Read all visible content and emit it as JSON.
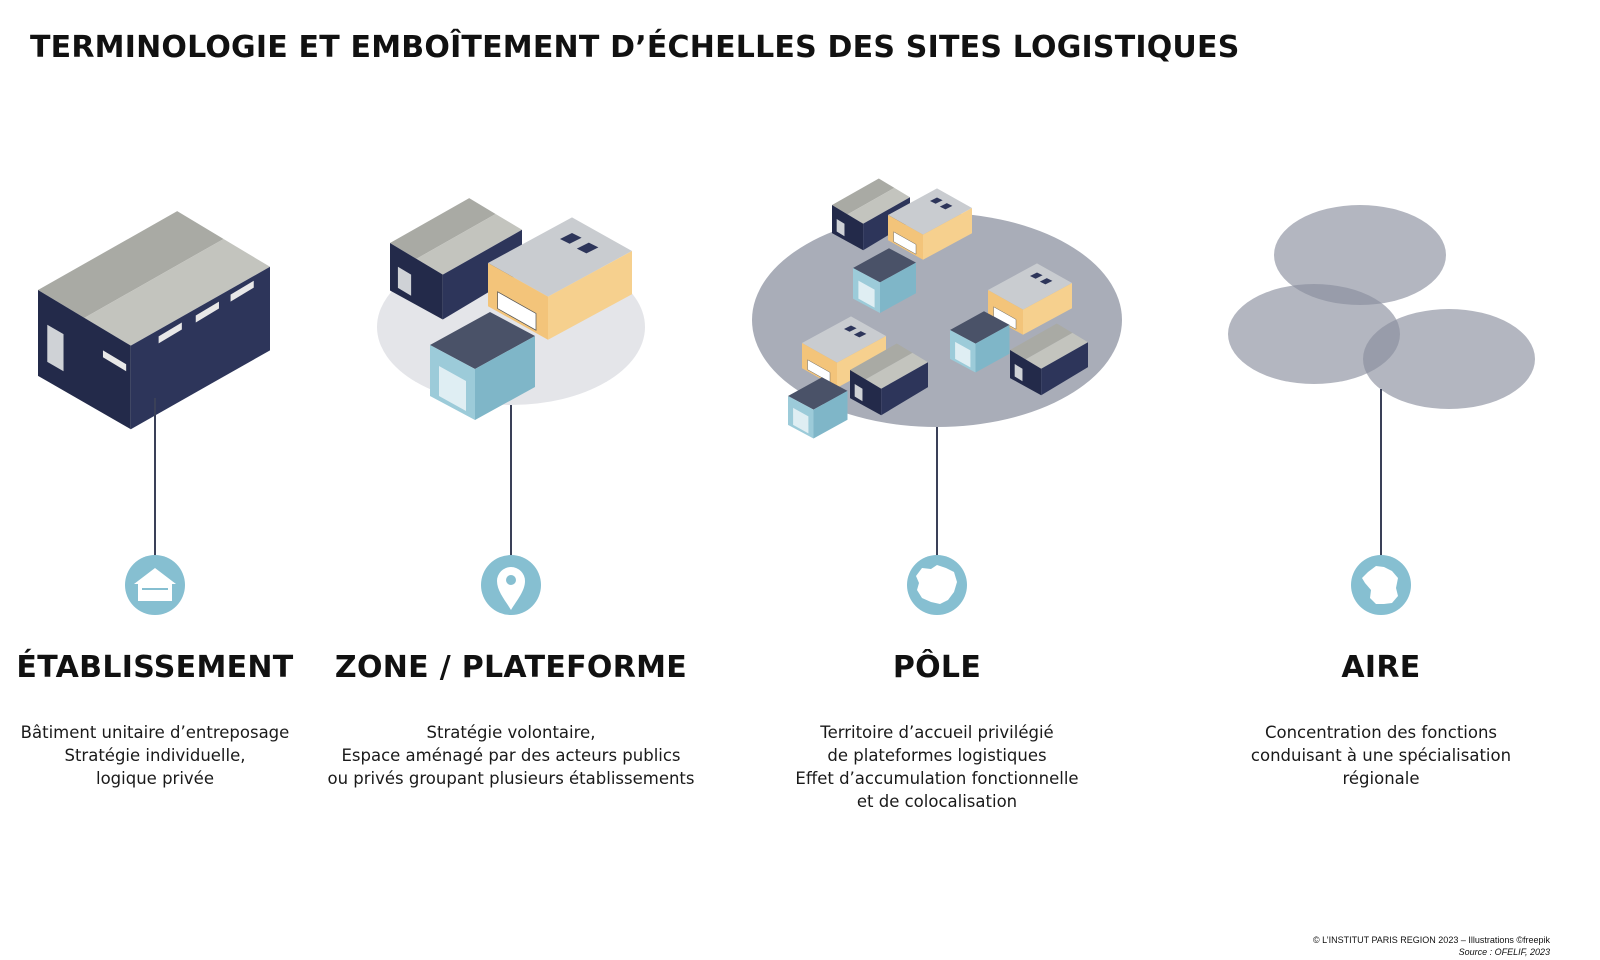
{
  "title": "TERMINOLOGIE ET EMBOÎTEMENT D’ÉCHELLES DES SITES LOGISTIQUES",
  "colors": {
    "accent_circle": "#86bfd1",
    "navy": "#232a4a",
    "roof_gray": "#a9aaa4",
    "yellow": "#f3c47a",
    "light_blue": "#9ccbd9",
    "ellipse_light": "#e4e5e9",
    "ellipse_dark": "#a9adb8"
  },
  "columns": [
    {
      "heading": "ÉTABLISSEMENT",
      "icon": "warehouse-icon",
      "lines": [
        "Bâtiment unitaire d’entreposage",
        "Stratégie individuelle,",
        "logique privée"
      ]
    },
    {
      "heading": "ZONE / PLATEFORME",
      "icon": "map-pin-icon",
      "lines": [
        "Stratégie volontaire,",
        "Espace aménagé par des acteurs publics",
        "ou privés groupant plusieurs établissements"
      ]
    },
    {
      "heading": "PÔLE",
      "icon": "ile-de-france-map-icon",
      "lines": [
        "Territoire d’accueil privilégié",
        "de plateformes logistiques",
        "Effet d’accumulation fonctionnelle",
        "et de colocalisation"
      ]
    },
    {
      "heading": "AIRE",
      "icon": "france-map-icon",
      "lines": [
        "Concentration des fonctions",
        "conduisant à une spécialisation",
        "régionale"
      ]
    }
  ],
  "credit": {
    "line1": "© L’INSTITUT PARIS REGION 2023 – Illustrations ©freepik",
    "line2": "Source : OFELIF, 2023"
  }
}
